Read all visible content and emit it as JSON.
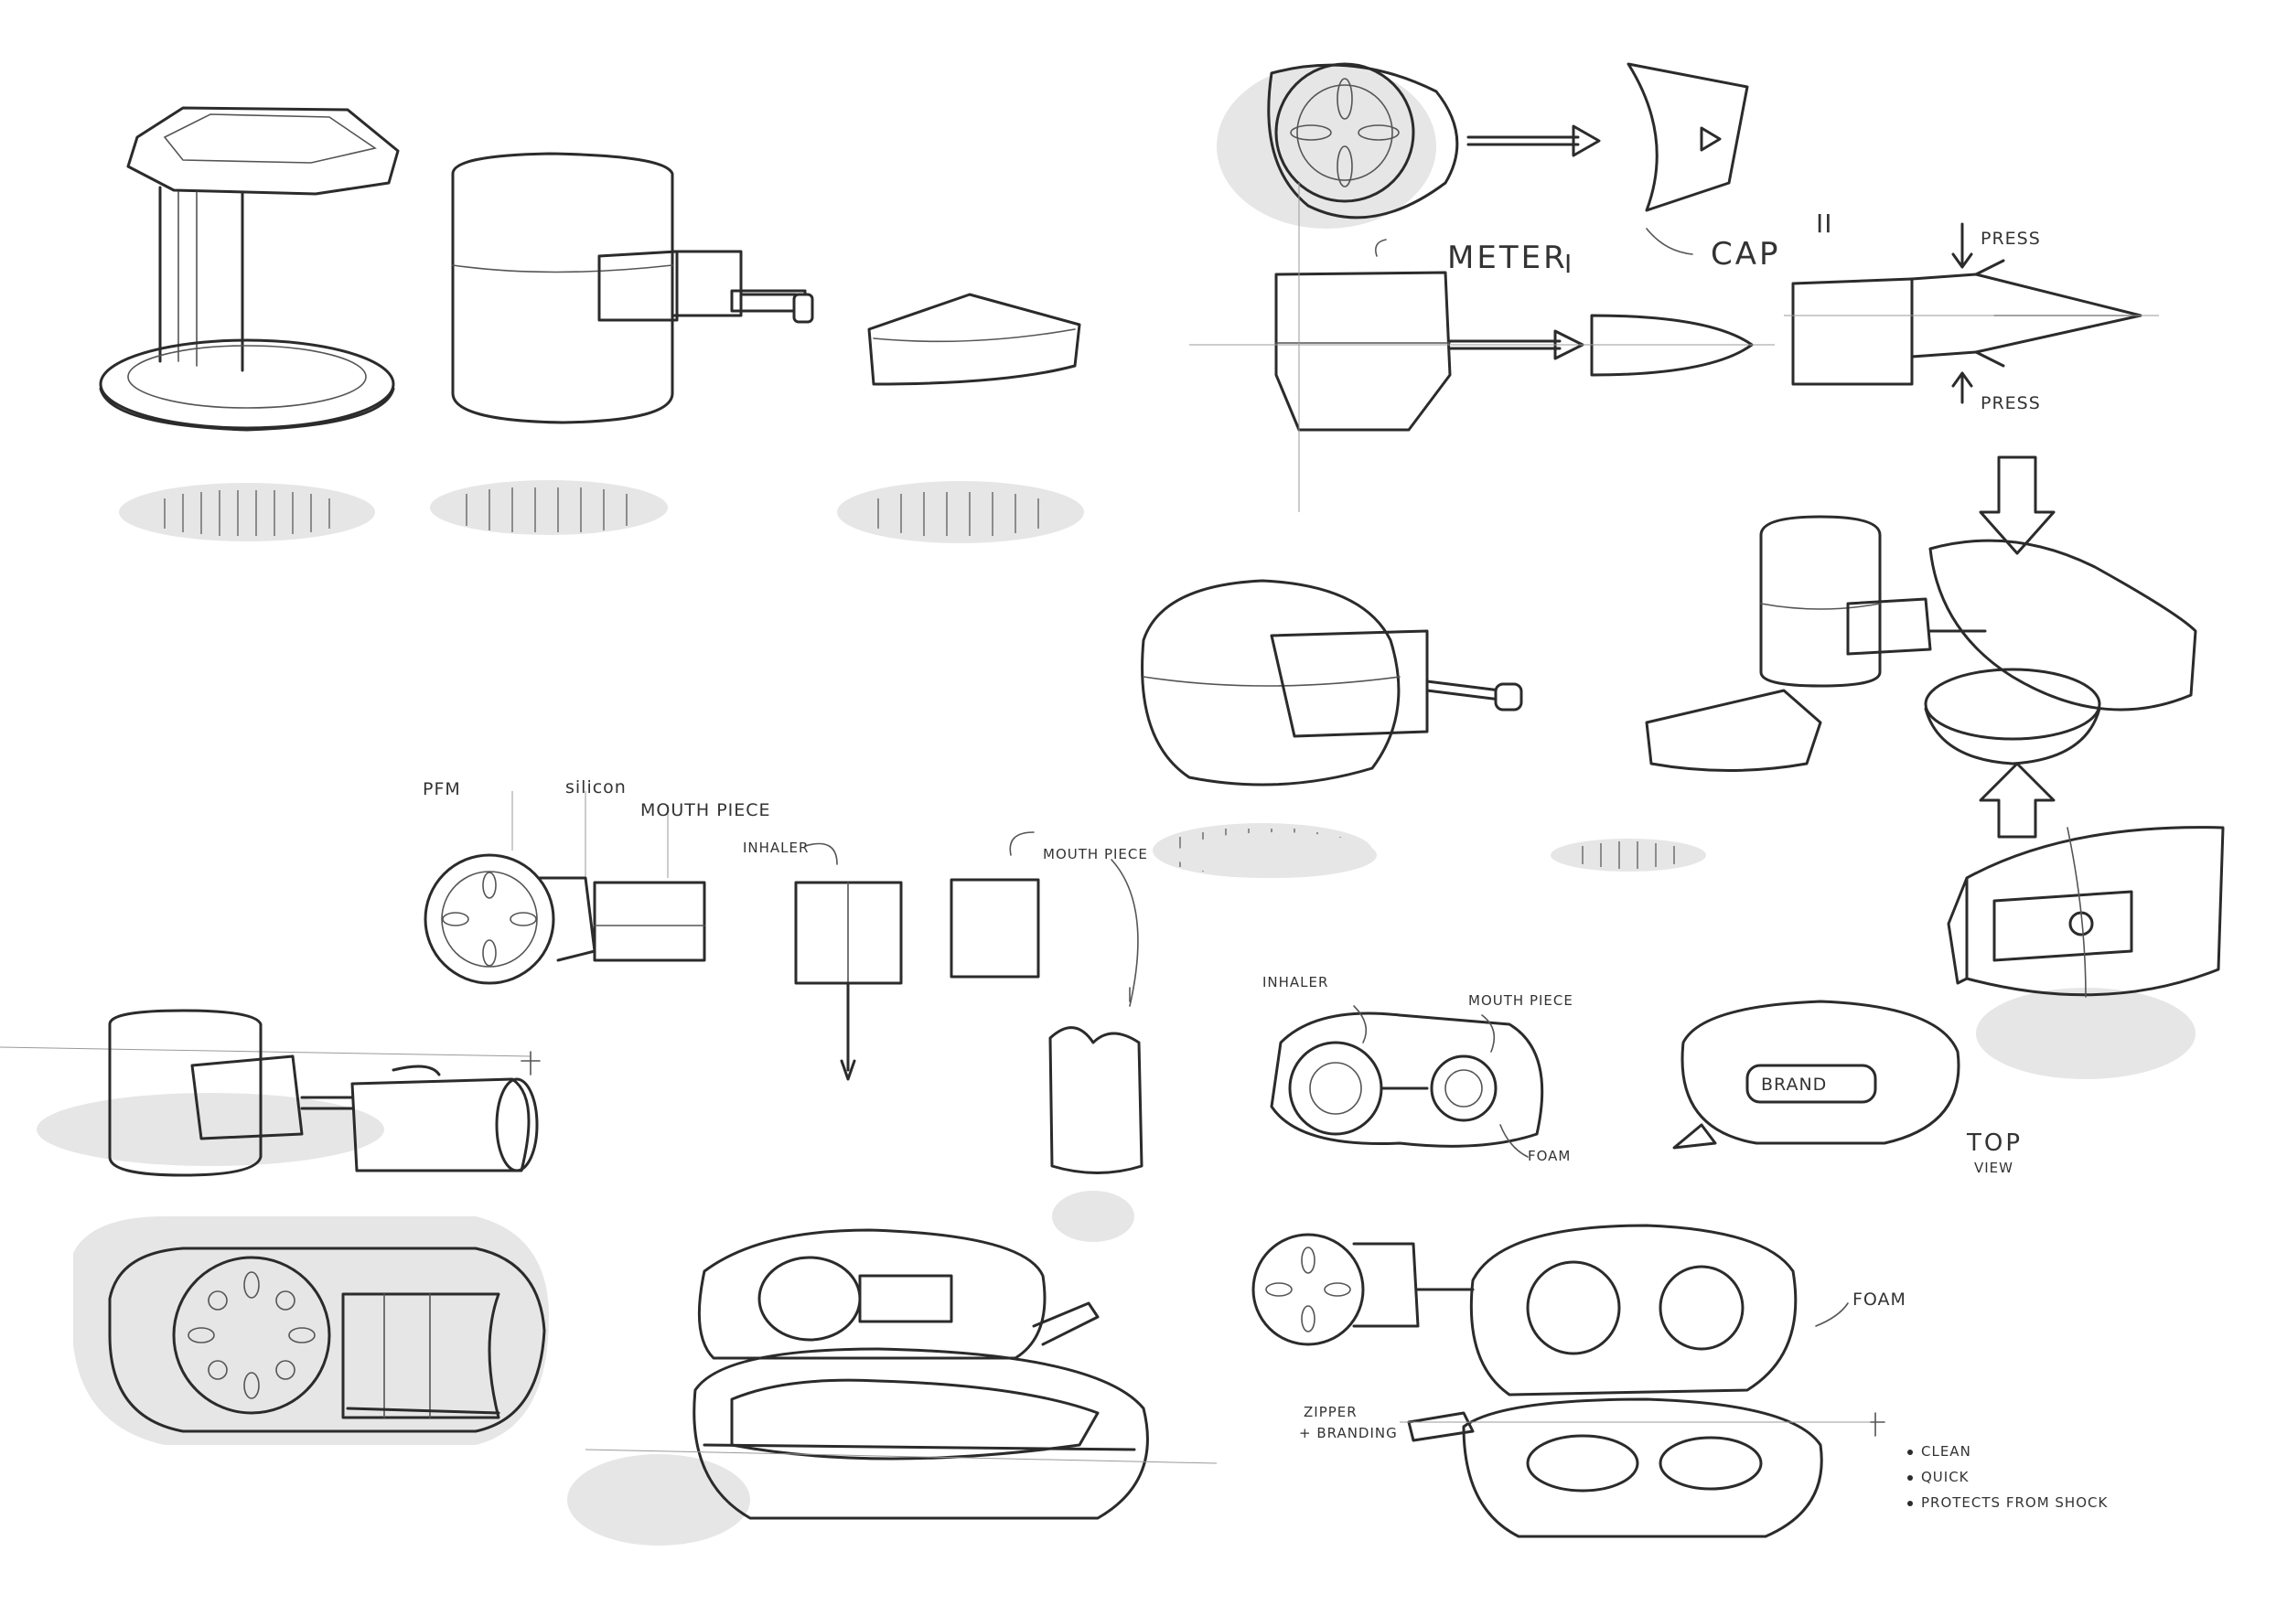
{
  "labels": {
    "meter": "METER",
    "meter_num": "I",
    "cap": "CAP",
    "cap_num": "II",
    "press_top": "PRESS",
    "press_bottom": "PRESS",
    "pfm": "PFM",
    "silicon": "silicon",
    "mouth_piece_1": "MOUTH PIECE",
    "inhaler_1": "INHALER",
    "mouth_piece_2": "MOUTH PIECE",
    "inhaler_2": "INHALER",
    "mouth_piece_3": "MOUTH PIECE",
    "foam_1": "FOAM",
    "brand": "BRAND",
    "top_view_1": "TOP",
    "top_view_2": "VIEW",
    "foam_2": "FOAM",
    "zipper_branding_1": "ZIPPER",
    "zipper_branding_2": "+ BRANDING",
    "notes": [
      "CLEAN",
      "QUICK",
      "PROTECTS FROM SHOCK"
    ]
  },
  "colors": {
    "ink": "#2b2b2b",
    "paper": "#ffffff",
    "shadow": "#e6e6e6"
  },
  "icons": [
    "arrow-right-icon",
    "arrow-down-icon",
    "arrow-up-icon",
    "bullet-icon"
  ]
}
